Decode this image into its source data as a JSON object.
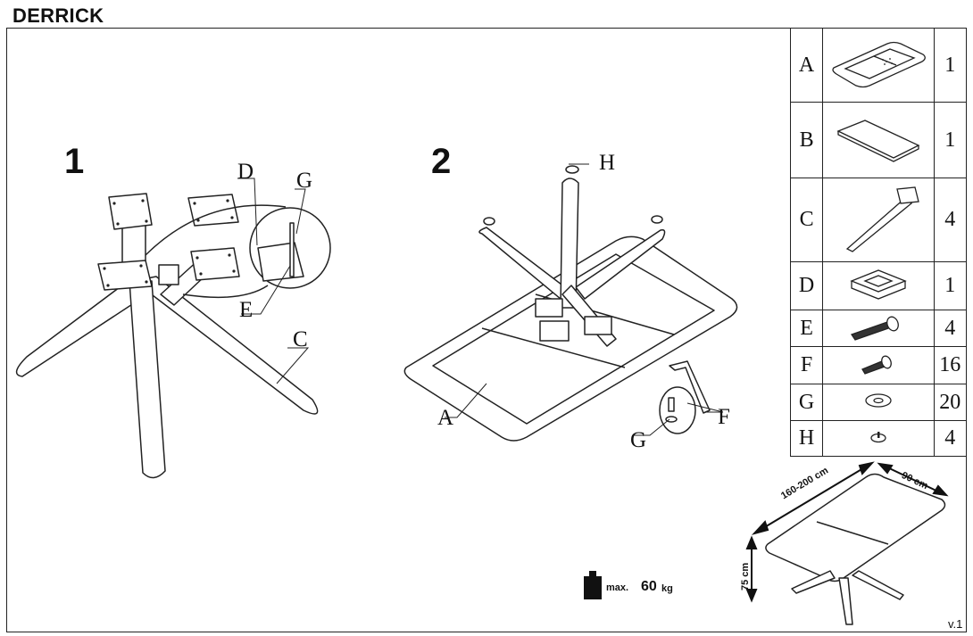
{
  "title": "DERRICK",
  "steps": [
    "1",
    "2"
  ],
  "callouts": {
    "step1": {
      "D": "D",
      "G": "G",
      "E": "E",
      "C": "C"
    },
    "step2": {
      "H": "H",
      "A": "A",
      "F": "F",
      "G": "G"
    }
  },
  "parts": [
    {
      "letter": "A",
      "qty": "1",
      "icon": "table-top-frame-icon"
    },
    {
      "letter": "B",
      "qty": "1",
      "icon": "extension-leaf-icon"
    },
    {
      "letter": "C",
      "qty": "4",
      "icon": "leg-icon"
    },
    {
      "letter": "D",
      "qty": "1",
      "icon": "connector-block-icon"
    },
    {
      "letter": "E",
      "qty": "4",
      "icon": "long-bolt-icon"
    },
    {
      "letter": "F",
      "qty": "16",
      "icon": "short-bolt-icon"
    },
    {
      "letter": "G",
      "qty": "20",
      "icon": "washer-icon"
    },
    {
      "letter": "H",
      "qty": "4",
      "icon": "foot-pad-icon"
    }
  ],
  "dimensions": {
    "length": "160-200 cm",
    "width": "90 cm",
    "height": "75 cm"
  },
  "max_load": {
    "label": "max.",
    "value": "60",
    "unit": "kg"
  },
  "version": "v.1"
}
